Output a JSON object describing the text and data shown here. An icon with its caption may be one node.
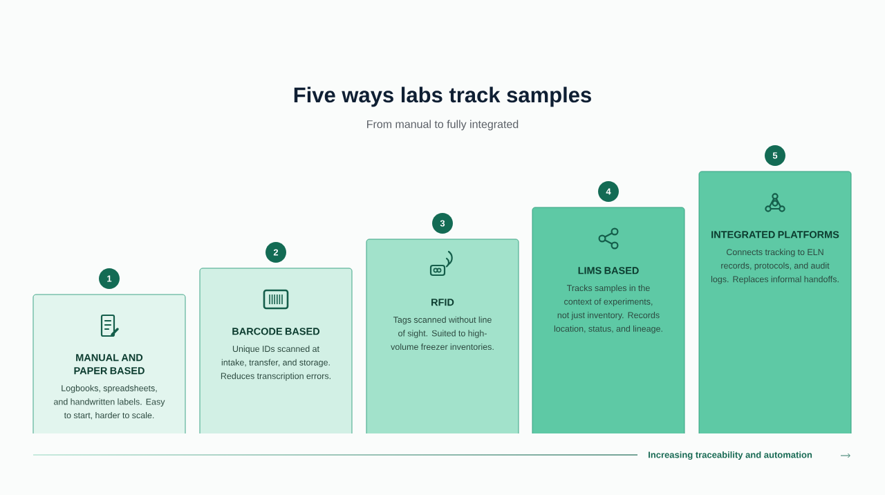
{
  "diagram": {
    "title": "Five ways labs track samples",
    "nodes": [
      {
        "text": [
          "1"
        ]
      },
      {
        "text": [
          "MANUAL AND PAPER BASED",
          "Logbooks, spreadsheets, and handwritten labels. Easy to start, harder to scale."
        ]
      },
      {
        "text": [
          "2"
        ]
      },
      {
        "text": [
          "BARCODE BASED",
          "Unique IDs scanned at intake, transfer, and storage. Reduces transcription errors."
        ]
      },
      {
        "text": [
          "3"
        ]
      },
      {
        "text": [
          "RFID",
          "Tags scanned without line of sight. Suited to high-volume freezer inventories."
        ]
      },
      {
        "text": [
          "4"
        ]
      },
      {
        "text": [
          "LIMS BASED",
          "Tracks samples in the context of experiments, not just inventory. Records location, status, and lineage."
        ]
      },
      {
        "text": [
          "5"
        ]
      },
      {
        "text": [
          "INTEGRATED PLATFORMS",
          "Connects tracking to ELN records, protocols, and audit logs. Replaces informal handoffs."
        ]
      }
    ],
    "labels": [
      "From manual to fully integrated",
      "Increasing traceability and automation"
    ]
  }
}
